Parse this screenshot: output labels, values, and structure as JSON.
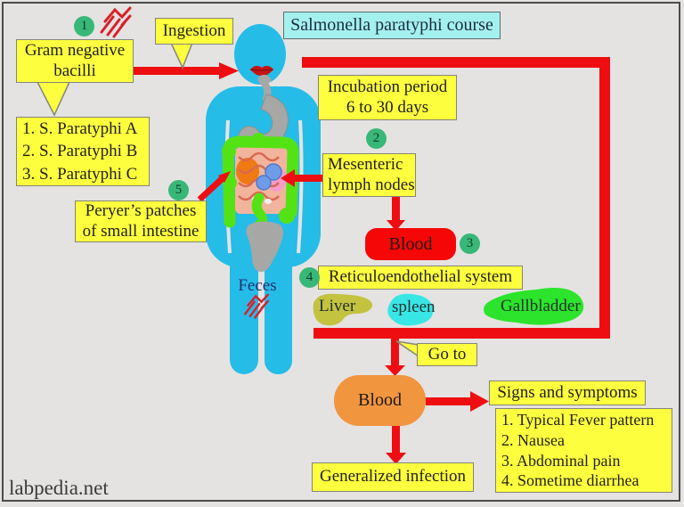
{
  "title": "Salmonella paratyphi course",
  "watermark": "labpedia.net",
  "badges": [
    "1",
    "2",
    "3",
    "4",
    "5"
  ],
  "labels": {
    "gram_line1": "Gram negative",
    "gram_line2": "bacilli",
    "ingestion": "Ingestion",
    "serotypes": [
      "1. S. Paratyphi A",
      "2. S. Paratyphi B",
      "3. S. Paratyphi C"
    ],
    "incubation_line1": "Incubation period",
    "incubation_line2": "6 to 30 days",
    "mesenteric_line1": "Mesenteric",
    "mesenteric_line2": "lymph nodes",
    "peryers_line1": "Peryer’s patches",
    "peryers_line2": "of small intestine",
    "blood_primary": "Blood",
    "res": "Reticuloendothelial system",
    "liver": "Liver",
    "spleen": "spleen",
    "gallbladder": "Gallbladder",
    "feces": "Feces",
    "goto": "Go to",
    "blood_secondary": "Blood",
    "signs_title": "Signs and symptoms",
    "signs_list": [
      "1. Typical Fever pattern",
      "2. Nausea",
      "3. Abdominal pain",
      "4. Sometime diarrhea"
    ],
    "generalized": "Generalized infection"
  },
  "colors": {
    "background": "#e4e3e1",
    "frame": "#4c4c4c",
    "label_yellow": "#fdff3e",
    "title_cyan": "#a4f0ee",
    "flow_red": "#ee0e12",
    "blood_red": "#f50707",
    "blood_orange": "#f2953f",
    "badge_green": "#38b878",
    "body_blue": "#25bce8",
    "intestine_green": "#55e214",
    "liver_olive": "#c3c340",
    "spleen_cyan": "#38e6e6",
    "gallbladder_green": "#2be42b",
    "organ_gray": "#a7a7a5",
    "text_dark": "#24221b",
    "feces_navy": "#24306e"
  }
}
